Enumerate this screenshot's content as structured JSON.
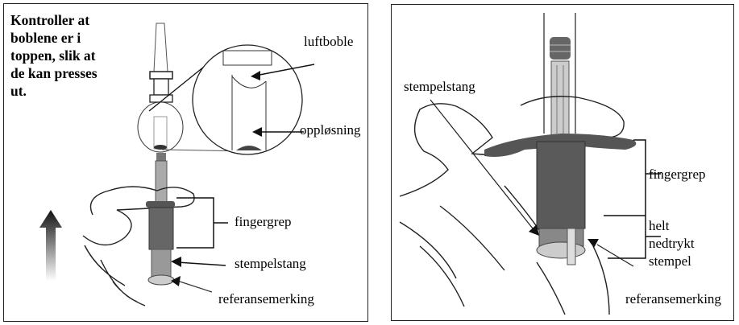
{
  "left_panel": {
    "instruction": [
      "Kontroller at",
      "boblene er i",
      "toppen, slik at",
      "de kan presses",
      "ut."
    ],
    "labels": {
      "air_bubble": "luftboble",
      "solution": "oppløsning",
      "finger_grip": "fingergrep",
      "plunger_rod": "stempelstang",
      "reference_mark": "referansemerking"
    },
    "icons": {
      "direction": "arrow-up-icon"
    }
  },
  "right_panel": {
    "labels": {
      "plunger_rod": "stempelstang",
      "finger_grip": "fingergrep",
      "fully_pressed": [
        "helt",
        "nedtrykt",
        "stempel"
      ],
      "reference_mark": "referansemerking"
    }
  }
}
